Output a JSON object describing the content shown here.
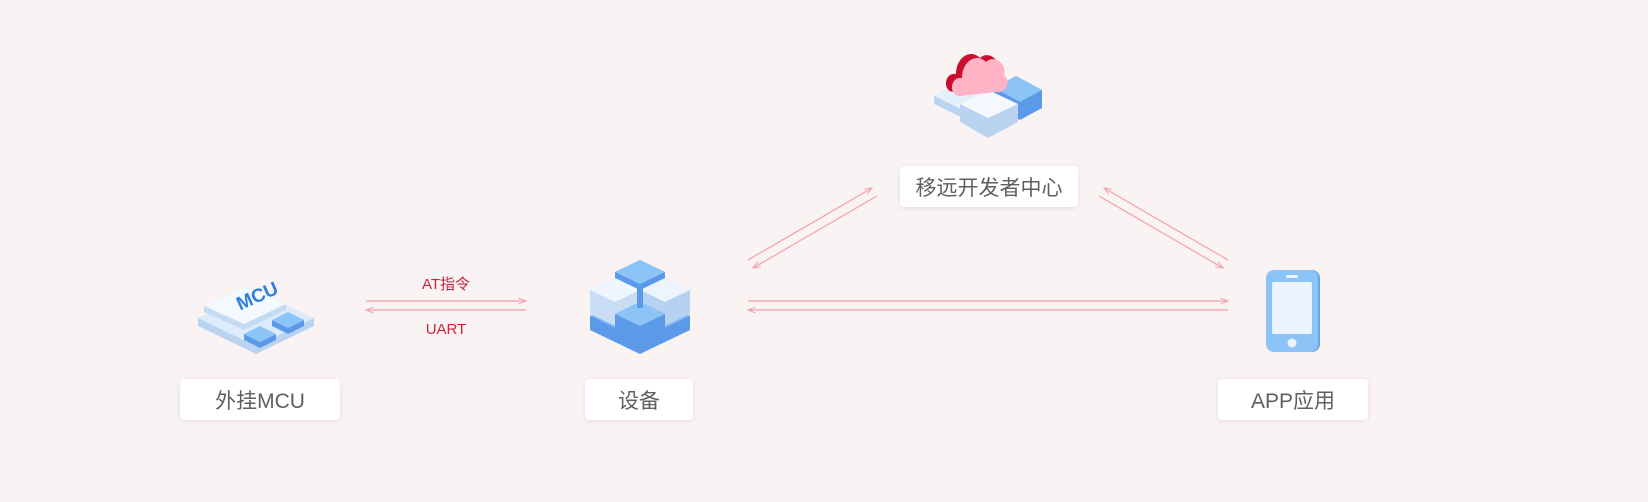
{
  "colors": {
    "background": "#faf3f4",
    "arrow": "#f2a0ab",
    "link_text": "#c8243e",
    "label_text": "#5f5f5f"
  },
  "nodes": {
    "mcu": {
      "label": "外挂MCU",
      "icon": "mcu-chip-icon",
      "icon_text": "MCU"
    },
    "device": {
      "label": "设备",
      "icon": "device-cube-icon"
    },
    "cloud": {
      "label": "移远开发者中心",
      "icon": "cloud-platform-icon"
    },
    "app": {
      "label": "APP应用",
      "icon": "mobile-phone-icon"
    }
  },
  "links": {
    "mcu_device": {
      "top_label": "AT指令",
      "bottom_label": "UART"
    }
  }
}
